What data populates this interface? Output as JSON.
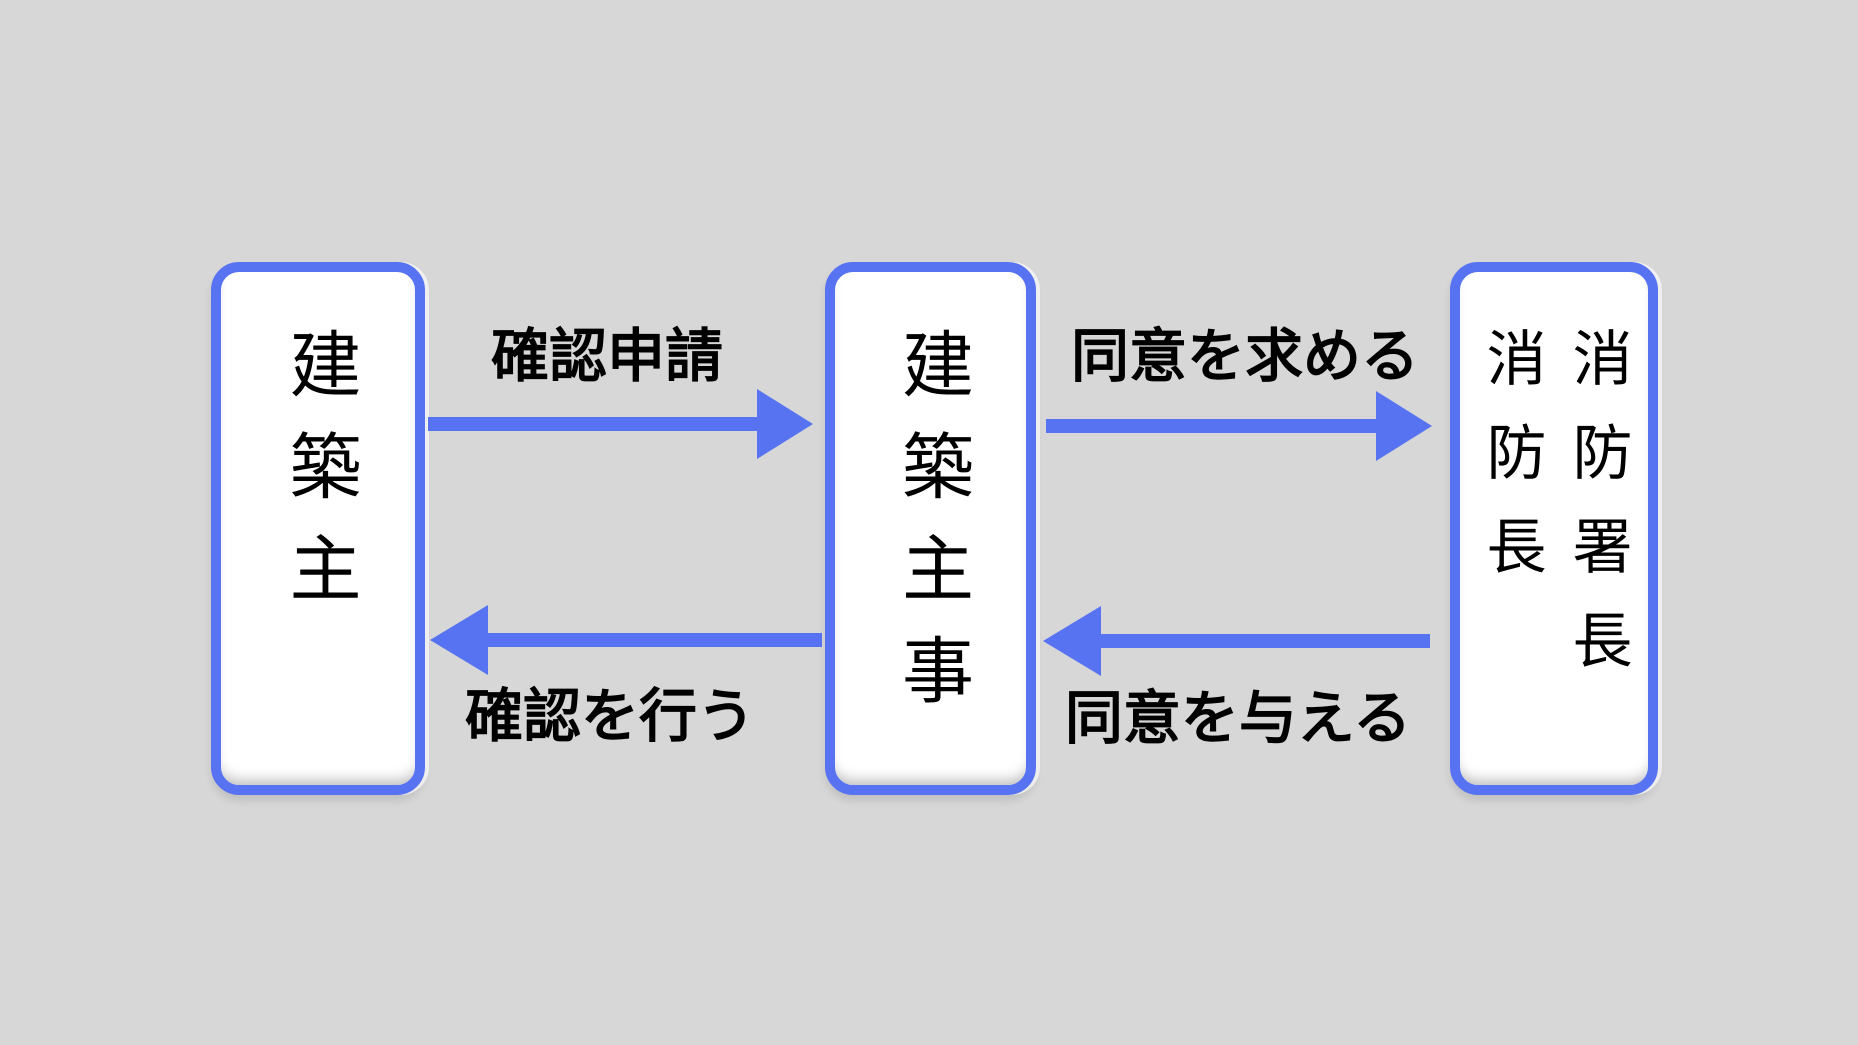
{
  "colors": {
    "accent": "#5873f2",
    "background": "#d7d7d7",
    "box_fill": "#ffffff",
    "text": "#000000"
  },
  "boxes": [
    {
      "id": "building-owner",
      "label": "建築主"
    },
    {
      "id": "building-official",
      "label": "建築主事"
    },
    {
      "id": "fire-chiefs",
      "label": "消防署長\n消防長"
    }
  ],
  "arrows": [
    {
      "id": "confirmation-application",
      "label": "確認申請",
      "direction": "right",
      "from": "building-owner",
      "to": "building-official"
    },
    {
      "id": "seek-consent",
      "label": "同意を求める",
      "direction": "right",
      "from": "building-official",
      "to": "fire-chiefs"
    },
    {
      "id": "perform-confirmation",
      "label": "確認を行う",
      "direction": "left",
      "from": "building-official",
      "to": "building-owner"
    },
    {
      "id": "give-consent",
      "label": "同意を与える",
      "direction": "left",
      "from": "fire-chiefs",
      "to": "building-official"
    }
  ]
}
